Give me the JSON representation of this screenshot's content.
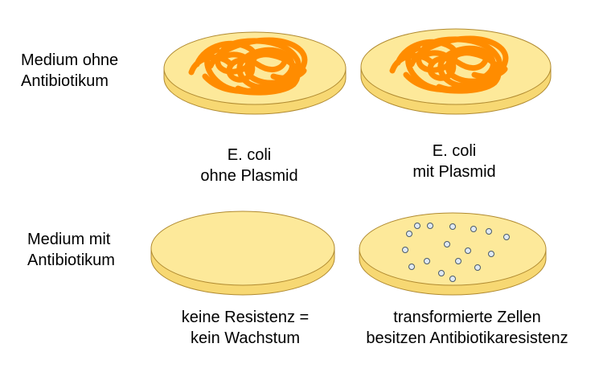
{
  "rows": [
    {
      "label_line1": "Medium ohne",
      "label_line2": "Antibiotikum"
    },
    {
      "label_line1": "Medium mit",
      "label_line2": "Antibiotikum"
    }
  ],
  "captions": {
    "top_left": {
      "line1": "E. coli",
      "line2": "ohne Plasmid"
    },
    "top_right": {
      "line1": "E. coli",
      "line2": "mit Plasmid"
    },
    "bottom_left": {
      "line1": "keine Resistenz =",
      "line2": "kein Wachstum"
    },
    "bottom_right": {
      "line1": "transformierte Zellen",
      "line2": "besitzen Antibiotikaresistenz"
    }
  },
  "plates": [
    {
      "id": "top-left",
      "medium": "ohne Antibiotikum",
      "growth": "lawn"
    },
    {
      "id": "top-right",
      "medium": "ohne Antibiotikum",
      "growth": "lawn"
    },
    {
      "id": "bottom-left",
      "medium": "mit Antibiotikum",
      "growth": "none"
    },
    {
      "id": "bottom-right",
      "medium": "mit Antibiotikum",
      "growth": "colonies",
      "colony_count": 17
    }
  ],
  "colors": {
    "agar": "#fde99a",
    "agar_side": "#f7d873",
    "plate_outline": "#b08a30",
    "bacteria_lawn": "#ff8c00",
    "colony_fill": "#dfe9f3",
    "colony_outline": "#4a5a6a"
  }
}
